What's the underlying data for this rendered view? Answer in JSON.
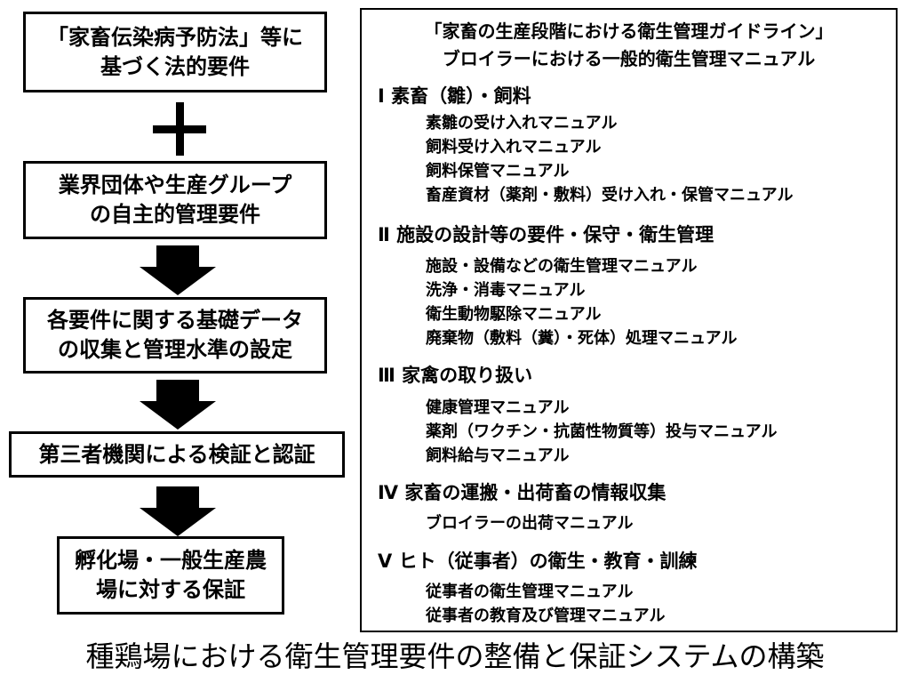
{
  "left_flow": {
    "box1": [
      "「家畜伝染病予防法」等に",
      "基づく法的要件"
    ],
    "box2": [
      "業界団体や生産グループ",
      "の自主的管理要件"
    ],
    "box3": [
      "各要件に関する基礎データ",
      "の収集と管理水準の設定"
    ],
    "box4": [
      "第三者機関による検証と認証"
    ],
    "box5": [
      "孵化場・一般生産農",
      "場に対する保証"
    ]
  },
  "guideline": {
    "title_line1": "「家畜の生産段階における衛生管理ガイドライン」",
    "title_line2": "ブロイラーにおける一般的衛生管理マニュアル",
    "sections": [
      {
        "heading": "Ⅰ 素畜（雛）・飼料",
        "items": [
          "素雛の受け入れマニュアル",
          "飼料受け入れマニュアル",
          "飼料保管マニュアル",
          "畜産資材（薬剤・敷料）受け入れ・保管マニュアル"
        ]
      },
      {
        "heading": "Ⅱ 施設の設計等の要件・保守・衛生管理",
        "items": [
          "施設・設備などの衛生管理マニュアル",
          "洗浄・消毒マニュアル",
          "衛生動物駆除マニュアル",
          "廃棄物（敷料（糞）・死体）処理マニュアル"
        ]
      },
      {
        "heading": "Ⅲ 家禽の取り扱い",
        "items": [
          "健康管理マニュアル",
          "薬剤（ワクチン・抗菌性物質等）投与マニュアル",
          "飼料給与マニュアル"
        ]
      },
      {
        "heading": "Ⅳ 家畜の運搬・出荷畜の情報収集",
        "items": [
          "ブロイラーの出荷マニュアル"
        ]
      },
      {
        "heading": "Ⅴ ヒト（従事者）の衛生・教育・訓練",
        "items": [
          "従事者の衛生管理マニュアル",
          "従事者の教育及び管理マニュアル"
        ]
      }
    ]
  },
  "caption": "種鶏場における衛生管理要件の整備と保証システムの構築"
}
